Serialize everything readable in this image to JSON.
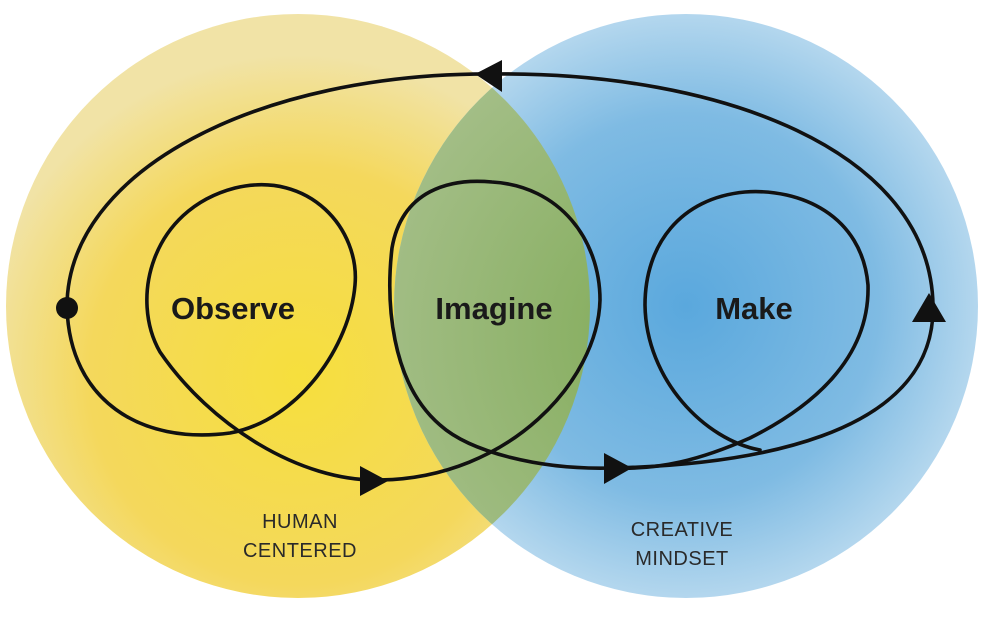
{
  "diagram": {
    "circles": [
      {
        "id": "left",
        "name": "Human centered circle",
        "color": "#f5d23f"
      },
      {
        "id": "right",
        "name": "Creative mindset circle",
        "color": "#4d9fd6"
      }
    ],
    "overlap_color": "#8fb06a",
    "loop_color": "#111111",
    "stages": {
      "observe": "Observe",
      "imagine": "Imagine",
      "make": "Make"
    },
    "captions": {
      "left": [
        "HUMAN",
        "CENTERED"
      ],
      "right": [
        "CREATIVE",
        "MINDSET"
      ]
    }
  }
}
